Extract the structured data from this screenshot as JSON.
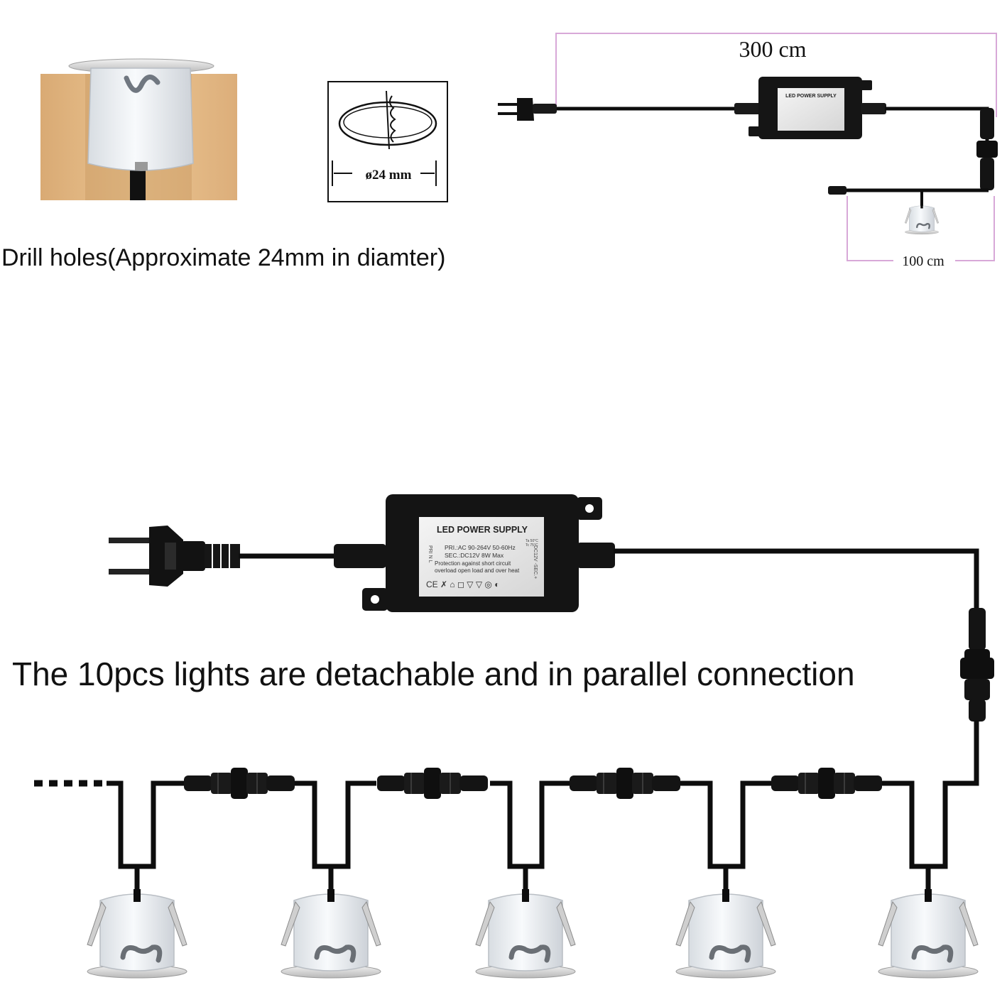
{
  "top_left": {
    "drill_caption": "Drill holes(Approximate 24mm in diamter)",
    "hole_diameter_label": "ø24 mm"
  },
  "top_right": {
    "main_cable_length": "300 cm",
    "light_cable_length": "100 cm"
  },
  "power_supply": {
    "title": "LED POWER SUPPLY",
    "pri": "PRI.:AC 90-264V  50-60Hz",
    "sec": "SEC.:DC12V      8W Max",
    "protection_1": "Protection against short circuit",
    "protection_2": "overload open load and over heat",
    "ta": "Ta 50°C",
    "tc": "Tc 75°C",
    "side_left": "PRI N L",
    "side_right": "DC12V -SEC.+",
    "cert_marks": "CE ✗ ⌂ ◻ ▽ ▽ ◎ ◐"
  },
  "bottom": {
    "parallel_caption": "The 10pcs lights are detachable and in parallel connection",
    "visible_light_count": 5
  },
  "colors": {
    "cable": "#0d0d0d",
    "dimension_line": "#d8a8d8",
    "wood": "#e2b886",
    "label_bg": "#e8e8e8"
  }
}
